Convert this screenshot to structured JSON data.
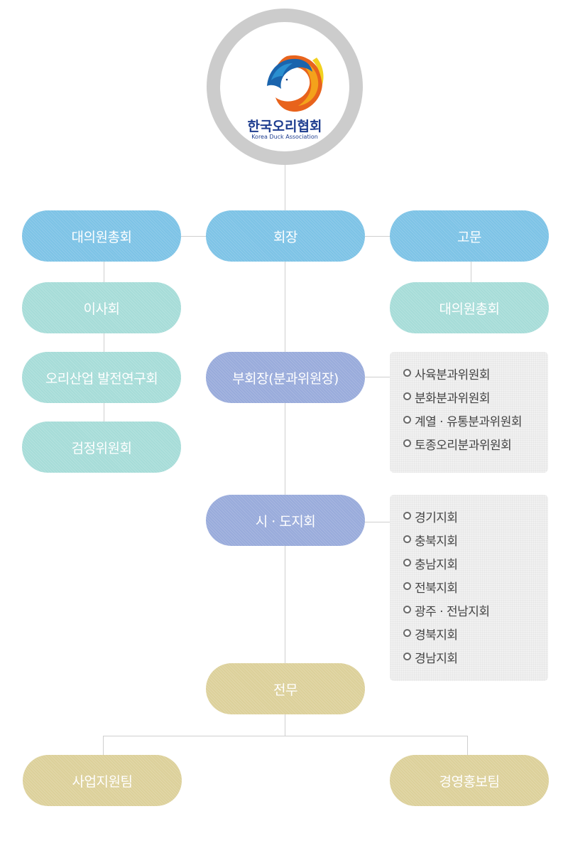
{
  "logo": {
    "name_ko": "한국오리협회",
    "name_en": "Korea Duck Association"
  },
  "nodes": {
    "assembly_top": "대의원총회",
    "chairman": "회장",
    "advisor": "고문",
    "board": "이사회",
    "assembly_right": "대의원총회",
    "research": "오리산업 발전연구회",
    "inspection": "검정위원회",
    "vice_chairman": "부회장(분과위원장)",
    "branches": "시 · 도지회",
    "executive": "전무",
    "business_support": "사업지원팀",
    "management_pr": "경영홍보팀"
  },
  "committees": [
    "사육분과위원회",
    "분화분과위원회",
    "계열 · 유통분과위원회",
    "토종오리분과위원회"
  ],
  "branch_list": [
    "경기지회",
    "충북지회",
    "충남지회",
    "전북지회",
    "광주 · 전남지회",
    "경북지회",
    "경남지회"
  ],
  "colors": {
    "blue": "#7dc3e6",
    "teal": "#a6dcd8",
    "purple": "#99abdb",
    "gold": "#dcd09a",
    "line": "#cfcfcf"
  }
}
